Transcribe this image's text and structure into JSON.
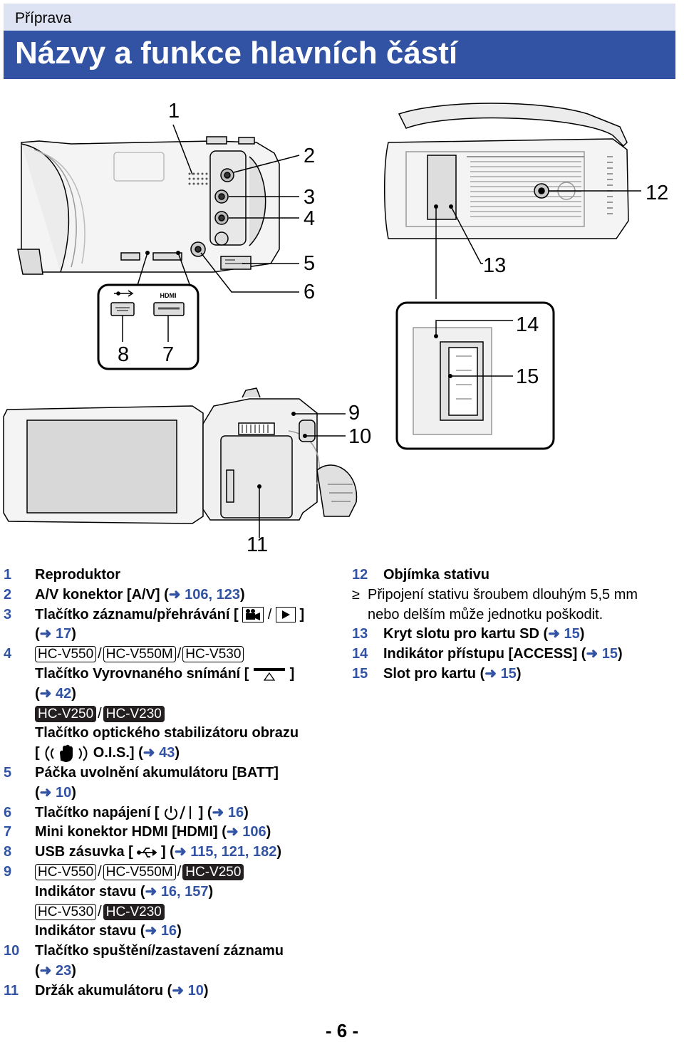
{
  "header": {
    "section": "Příprava",
    "title": "Názvy a funkce hlavních částí"
  },
  "figure_labels": {
    "l1": "1",
    "l2": "2",
    "l3": "3",
    "l4": "4",
    "l5": "5",
    "l6": "6",
    "l7": "7",
    "l8": "8",
    "l9": "9",
    "l10": "10",
    "l11": "11",
    "l12": "12",
    "l13": "13",
    "l14": "14",
    "l15": "15",
    "hdmi_port_label": "HDMI"
  },
  "left_list": {
    "i1": {
      "num": "1",
      "text": "Reproduktor"
    },
    "i2": {
      "num": "2",
      "text": "A/V konektor [A/V] (",
      "refs": "106, 123",
      "close": ")"
    },
    "i3": {
      "num": "3",
      "text": "Tlačítko záznamu/přehrávání [",
      "slash": "/",
      "bracket_close": "]",
      "open": "(",
      "ref": "17",
      "close": ")"
    },
    "i4": {
      "num": "4",
      "m1": "HC-V550",
      "m2": "HC-V550M",
      "m3": "HC-V530",
      "sep": "/",
      "line2": "Tlačítko Vyrovnaného snímání [",
      "bracket_close": "]",
      "open": "(",
      "ref": "42",
      "close": ")",
      "m4": "HC-V250",
      "m5": "HC-V230",
      "line5": "Tlačítko optického stabilizátoru obrazu",
      "ois_open": "[",
      "ois_text": "O.I.S.] (",
      "ois_ref": "43",
      "ois_close": ")"
    },
    "i5": {
      "num": "5",
      "text": "Páčka uvolnění akumulátoru [BATT]",
      "open": "(",
      "ref": "10",
      "close": ")"
    },
    "i6": {
      "num": "6",
      "text": "Tlačítko napájení [",
      "bracket_close": "] (",
      "ref": "16",
      "close": ")"
    },
    "i7": {
      "num": "7",
      "text": "Mini konektor HDMI [HDMI] (",
      "ref": "106",
      "close": ")"
    },
    "i8": {
      "num": "8",
      "text": "USB zásuvka [",
      "bracket_close": "] (",
      "refs": "115, 121, 182",
      "close": ")"
    },
    "i9": {
      "num": "9",
      "m1": "HC-V550",
      "m2": "HC-V550M",
      "m3": "HC-V250",
      "sep": "/",
      "line2": "Indikátor stavu (",
      "refs2": "16, 157",
      "close": ")",
      "m4": "HC-V530",
      "m5": "HC-V230",
      "line4": "Indikátor stavu (",
      "ref4": "16"
    },
    "i10": {
      "num": "10",
      "text": "Tlačítko spuštění/zastavení záznamu",
      "open": "(",
      "ref": "23",
      "close": ")"
    },
    "i11": {
      "num": "11",
      "text": "Držák akumulátoru (",
      "ref": "10",
      "close": ")"
    }
  },
  "right_list": {
    "i12": {
      "num": "12",
      "text": "Objímka stativu"
    },
    "note": {
      "bullet": "≥",
      "line1": "Připojení stativu šroubem dlouhým 5,5 mm",
      "line2": "nebo delším může jednotku poškodit."
    },
    "i13": {
      "num": "13",
      "text": "Kryt slotu pro kartu SD (",
      "ref": "15",
      "close": ")"
    },
    "i14": {
      "num": "14",
      "text": "Indikátor přístupu [ACCESS] (",
      "ref": "15",
      "close": ")"
    },
    "i15": {
      "num": "15",
      "text": "Slot pro kartu (",
      "ref": "15",
      "close": ")"
    }
  },
  "page_number": "- 6 -",
  "colors": {
    "accent": "#3252a3",
    "header_light": "#dde3f2",
    "dark_badge": "#231f20"
  }
}
